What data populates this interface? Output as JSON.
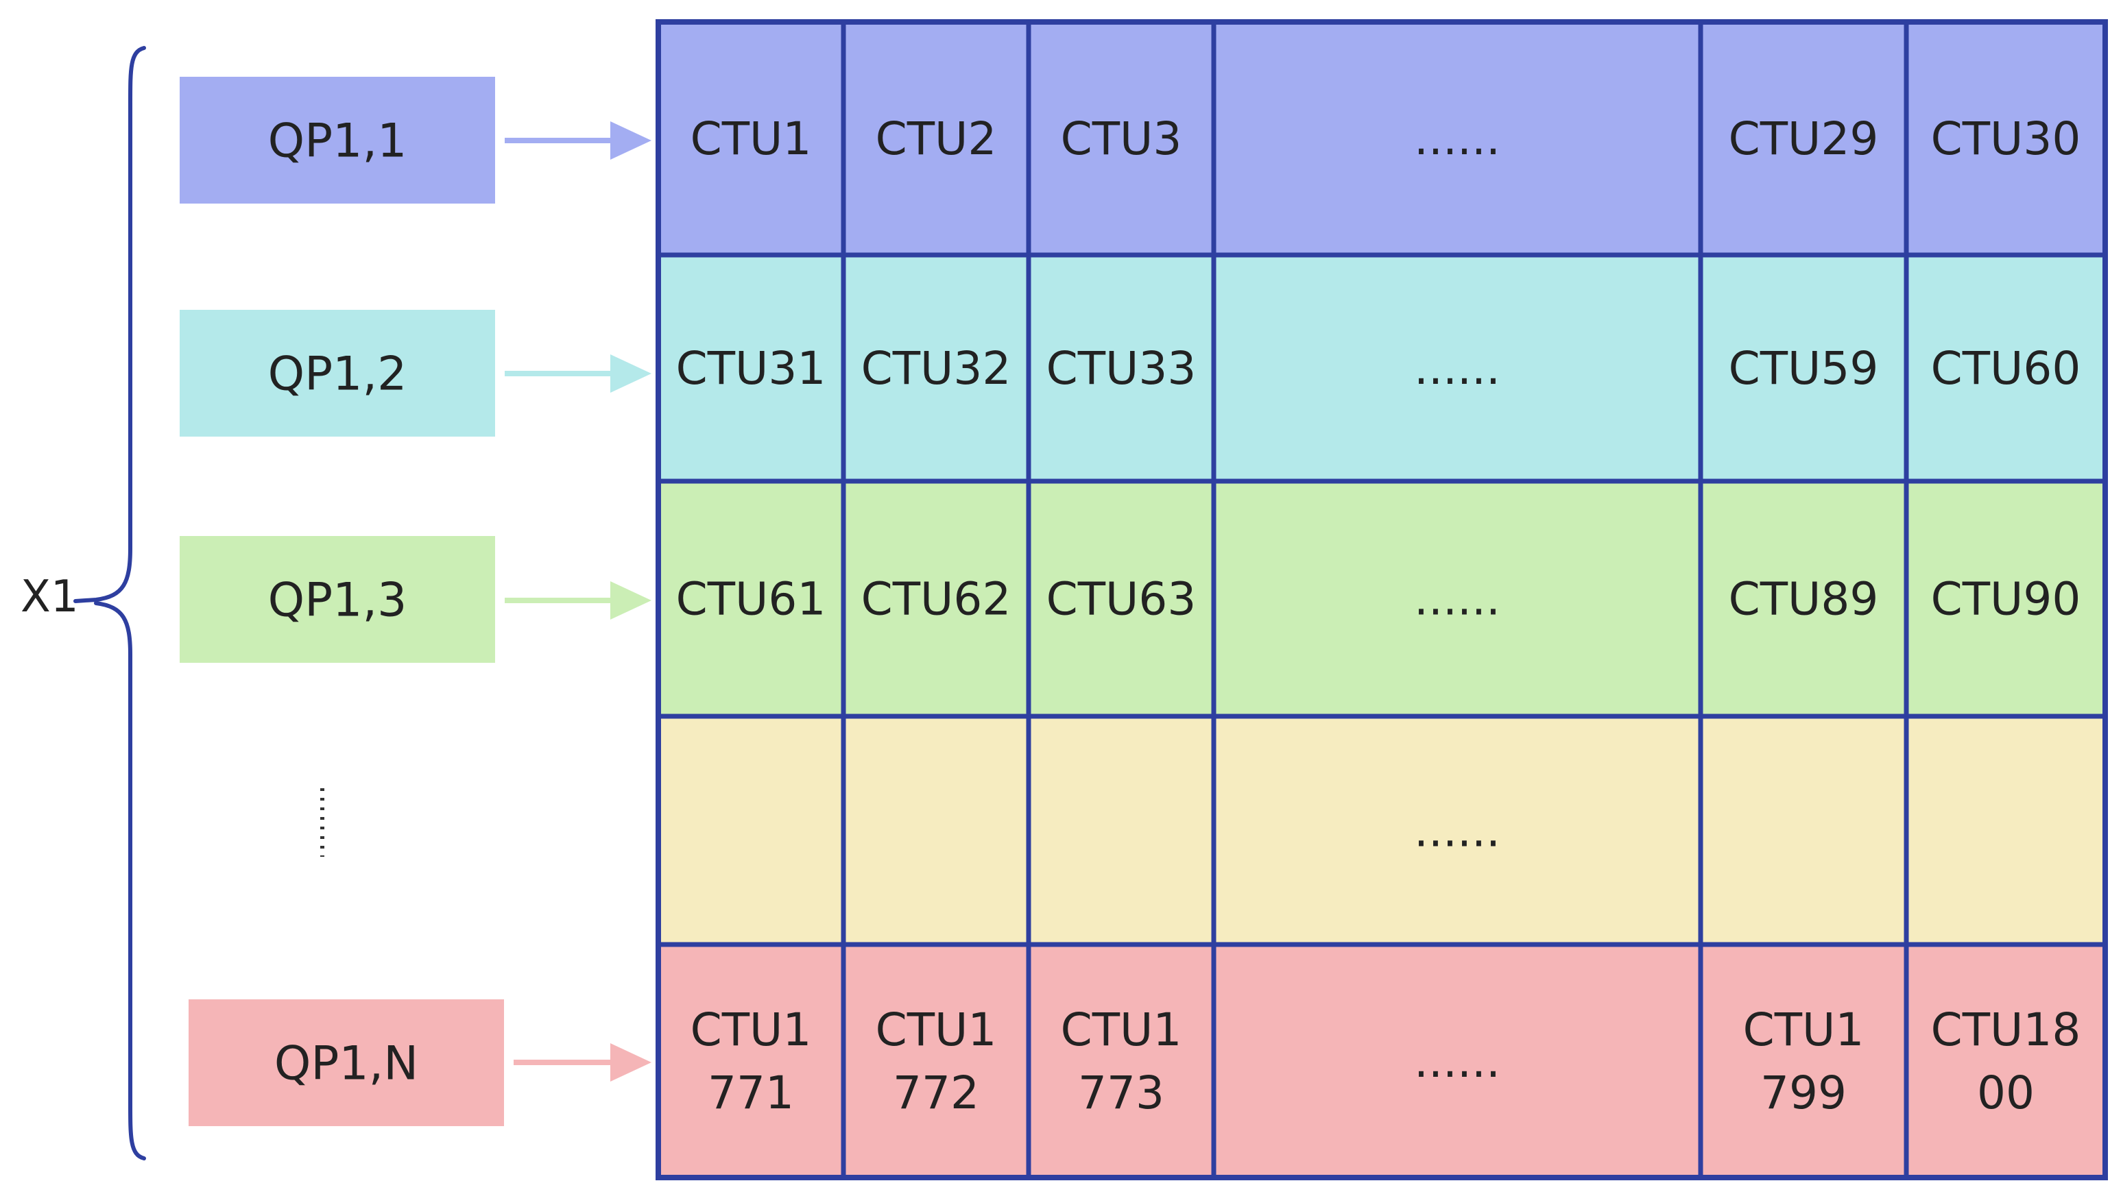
{
  "brace_label": "X1",
  "vertical_ellipsis": "⋮",
  "rows": [
    {
      "qp_label": "QP1,1",
      "fill": "#a3adf2",
      "cells": [
        "CTU1",
        "CTU2",
        "CTU3",
        "......",
        "CTU29",
        "CTU30"
      ]
    },
    {
      "qp_label": "QP1,2",
      "fill": "#b4e9ea",
      "cells": [
        "CTU31",
        "CTU32",
        "CTU33",
        "......",
        "CTU59",
        "CTU60"
      ]
    },
    {
      "qp_label": "QP1,3",
      "fill": "#cbeeb5",
      "cells": [
        "CTU61",
        "CTU62",
        "CTU63",
        "......",
        "CTU89",
        "CTU90"
      ]
    },
    {
      "qp_label": "",
      "fill": "#f6ecc0",
      "cells": [
        "",
        "",
        "",
        "......",
        "",
        ""
      ]
    },
    {
      "qp_label": "QP1,N",
      "fill": "#f5b5b7",
      "cells": [
        "CTU1\n771",
        "CTU1\n772",
        "CTU1\n773",
        "......",
        "CTU1\n799",
        "CTU18\n00"
      ]
    }
  ],
  "colors": {
    "grid_border": "#2e3fa0",
    "brace": "#2e3fa0",
    "text": "#222222"
  }
}
